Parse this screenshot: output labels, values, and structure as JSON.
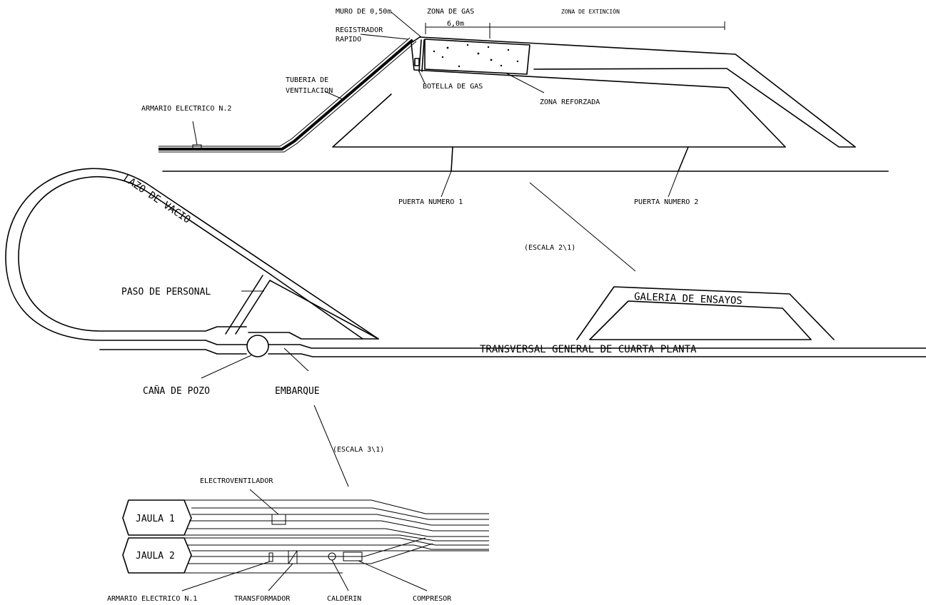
{
  "labels": {
    "muro": "MURO DE 0,50m",
    "zona_gas": "ZONA DE GAS",
    "zona_extincion": "ZONA DE EXTINCIÓN",
    "dim_6": "6,0m",
    "registrador": "REGISTRADOR",
    "rapido": "RAPIDO",
    "tuberia": "TUBERIA DE",
    "ventilacion": "VENTILACION",
    "botella": "BOTELLA DE GAS",
    "zona_reforzada": "ZONA REFORZADA",
    "armario2": "ARMARIO ELECTRICO N.2",
    "puerta1": "PUERTA NUMERO 1",
    "puerta2": "PUERTA NUMERO 2",
    "lazo": "LAZO DE VACIO",
    "escala21": "(ESCALA 2\\1)",
    "paso": "PASO DE PERSONAL",
    "galeria": "GALERIA DE ENSAYOS",
    "transversal": "TRANSVERSAL GENERAL DE CUARTA PLANTA",
    "cana": "CAÑA DE POZO",
    "embarque": "EMBARQUE",
    "escala31": "(ESCALA 3\\1)",
    "electroventilador": "ELECTROVENTILADOR",
    "jaula1": "JAULA 1",
    "jaula2": "JAULA 2",
    "armario1": "ARMARIO ELECTRICO N.1",
    "transformador": "TRANSFORMADOR",
    "calderin": "CALDERIN",
    "compresor": "COMPRESOR"
  }
}
